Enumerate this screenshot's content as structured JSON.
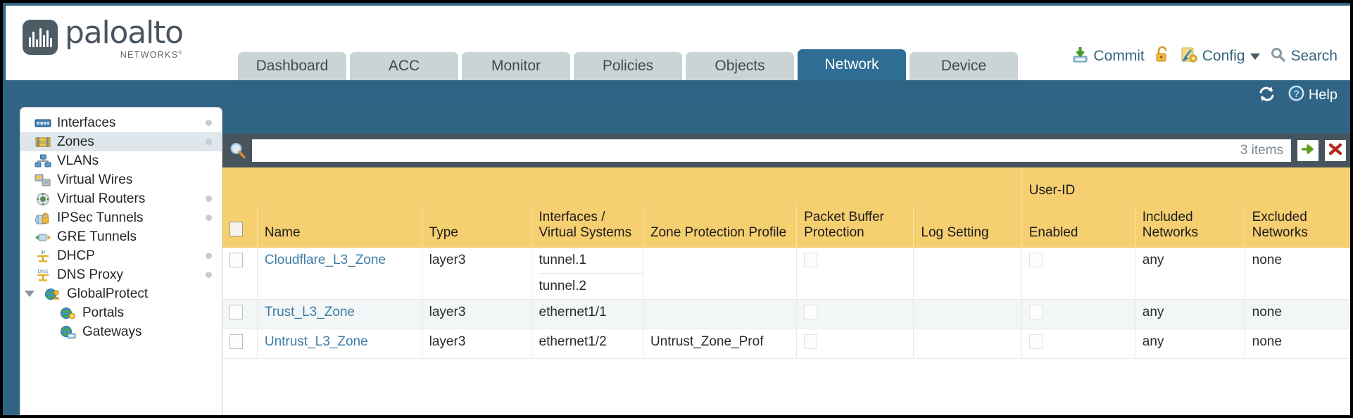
{
  "brand": {
    "name": "paloalto",
    "tagline": "NETWORKS",
    "registered": "®"
  },
  "nav": {
    "tabs": [
      {
        "label": "Dashboard",
        "active": false
      },
      {
        "label": "ACC",
        "active": false
      },
      {
        "label": "Monitor",
        "active": false
      },
      {
        "label": "Policies",
        "active": false
      },
      {
        "label": "Objects",
        "active": false
      },
      {
        "label": "Network",
        "active": true
      },
      {
        "label": "Device",
        "active": false
      }
    ]
  },
  "toptools": {
    "commit": "Commit",
    "config": "Config",
    "search": "Search",
    "lock_icon": "padlock-icon",
    "commit_icon": "commit-save-icon",
    "config_icon": "config-wrench-icon",
    "search_icon": "search-magnifier-icon"
  },
  "band": {
    "refresh_icon": "refresh-icon",
    "help": "Help",
    "help_icon": "help-question-icon"
  },
  "sidebar": {
    "items": [
      {
        "label": "Interfaces",
        "icon": "interfaces-icon",
        "dot": true,
        "child": false,
        "selected": false,
        "expander": false
      },
      {
        "label": "Zones",
        "icon": "zones-icon",
        "dot": true,
        "child": false,
        "selected": true,
        "expander": false
      },
      {
        "label": "VLANs",
        "icon": "vlans-icon",
        "dot": false,
        "child": false,
        "selected": false,
        "expander": false
      },
      {
        "label": "Virtual Wires",
        "icon": "virtual-wires-icon",
        "dot": false,
        "child": false,
        "selected": false,
        "expander": false
      },
      {
        "label": "Virtual Routers",
        "icon": "virtual-routers-icon",
        "dot": true,
        "child": false,
        "selected": false,
        "expander": false
      },
      {
        "label": "IPSec Tunnels",
        "icon": "ipsec-tunnels-icon",
        "dot": true,
        "child": false,
        "selected": false,
        "expander": false
      },
      {
        "label": "GRE Tunnels",
        "icon": "gre-tunnels-icon",
        "dot": false,
        "child": false,
        "selected": false,
        "expander": false
      },
      {
        "label": "DHCP",
        "icon": "dhcp-icon",
        "dot": true,
        "child": false,
        "selected": false,
        "expander": false
      },
      {
        "label": "DNS Proxy",
        "icon": "dns-proxy-icon",
        "dot": true,
        "child": false,
        "selected": false,
        "expander": false
      },
      {
        "label": "GlobalProtect",
        "icon": "globalprotect-icon",
        "dot": false,
        "child": false,
        "selected": false,
        "expander": true
      },
      {
        "label": "Portals",
        "icon": "portals-icon",
        "dot": false,
        "child": true,
        "selected": false,
        "expander": false
      },
      {
        "label": "Gateways",
        "icon": "gateways-icon",
        "dot": false,
        "child": true,
        "selected": false,
        "expander": false
      }
    ]
  },
  "filter": {
    "value": "",
    "placeholder": "",
    "items_count": "3 items",
    "apply_icon": "green-arrow-icon",
    "clear_icon": "red-x-icon",
    "search_icon": "magnifier-icon"
  },
  "table": {
    "group_header": "User-ID",
    "columns": [
      "Name",
      "Type",
      "Interfaces / Virtual Systems",
      "Zone Protection Profile",
      "Packet Buffer Protection",
      "Log Setting",
      "Enabled",
      "Included Networks",
      "Excluded Networks"
    ],
    "rows": [
      {
        "selected": false,
        "name": "Cloudflare_L3_Zone",
        "type": "layer3",
        "interfaces": [
          "tunnel.1",
          "tunnel.2"
        ],
        "zone_protection_profile": "",
        "packet_buffer_protection": false,
        "log_setting": "",
        "user_id_enabled": false,
        "included_networks": "any",
        "excluded_networks": "none"
      },
      {
        "selected": false,
        "name": "Trust_L3_Zone",
        "type": "layer3",
        "interfaces": [
          "ethernet1/1"
        ],
        "zone_protection_profile": "",
        "packet_buffer_protection": false,
        "log_setting": "",
        "user_id_enabled": false,
        "included_networks": "any",
        "excluded_networks": "none"
      },
      {
        "selected": false,
        "name": "Untrust_L3_Zone",
        "type": "layer3",
        "interfaces": [
          "ethernet1/2"
        ],
        "zone_protection_profile": "Untrust_Zone_Prof",
        "packet_buffer_protection": false,
        "log_setting": "",
        "user_id_enabled": false,
        "included_networks": "any",
        "excluded_networks": "none"
      }
    ]
  },
  "colors": {
    "brand_blue": "#2f6484",
    "tab_active": "#2f6e94",
    "header_amber": "#f5cf70",
    "group_amber": "#e0ae36",
    "link_blue": "#3c7da6",
    "filter_dark": "#47545e"
  }
}
